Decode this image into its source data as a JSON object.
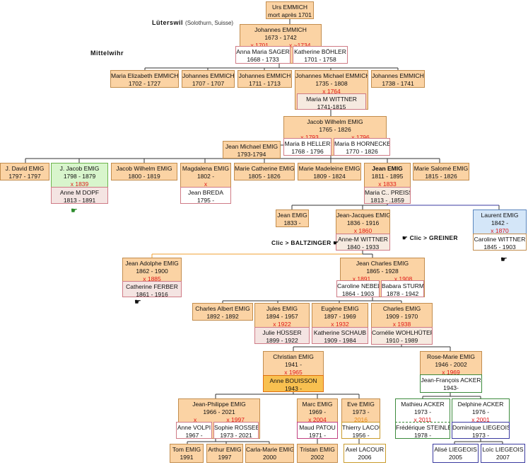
{
  "locations": {
    "luterswil": "Lüterswil",
    "luterswil_note": "(Solothurn, Suisse)",
    "mittelwihr": "Mittelwihr"
  },
  "persons": {
    "urs": {
      "name": "Urs EMMICH",
      "dates": "mort après 1701"
    },
    "johannes1": {
      "name": "Johannes EMMICH",
      "dates": "1673 - 1742"
    },
    "m_1701": "x 1701",
    "m_1734": "x ~1734",
    "sager": {
      "name": "Anna Maria SAGER",
      "dates": "1668 - 1733"
    },
    "bohler": {
      "name": "Katherine  BÖHLER",
      "dates": "1701 - 1758"
    },
    "maria_eliz": {
      "name": "Maria Elizabeth EMMICH",
      "dates": "1702 - 1727"
    },
    "johannes2": {
      "name": "Johannes  EMMICH",
      "dates": "1707 - 1707"
    },
    "johannes3": {
      "name": "Johannes EMMICH",
      "dates": "1711 - 1713"
    },
    "johannes_michael": {
      "name": "Johannes Michael  EMMICH",
      "dates": "1735 - 1808"
    },
    "m_1764": "x 1764",
    "wittner1": {
      "name": "Maria M WITTNER",
      "dates": "1741-1815"
    },
    "johannes4": {
      "name": "Johannes  EMMICH",
      "dates": "1738 - 1741"
    },
    "jacob_wilhelm": {
      "name": "Jacob Wilhelm EMIG",
      "dates": "1765 - 1826"
    },
    "m_1793": "x 1793",
    "m_1796": "x 1796",
    "heller": {
      "name": "Maria B HELLER",
      "dates": "1768 - 1796"
    },
    "hornecker": {
      "name": "Maria B HORNECKER",
      "dates": "1770 - 1826"
    },
    "jean_michael": {
      "name": "Jean Michael EMIG",
      "dates": "1793-1794"
    },
    "j_david": {
      "name": "J. David  EMIG",
      "dates": "1797 - 1797"
    },
    "j_jacob": {
      "name": "J. Jacob EMIG",
      "dates": "1798 - 1879"
    },
    "m_1839": "x 1839",
    "dopf": {
      "name": "Anne M DOPF",
      "dates": "1813 - 1891"
    },
    "jacob_wilhelm2": {
      "name": "Jacob Wilhelm EMIG",
      "dates": "1800 - 1819"
    },
    "magdalena": {
      "name": "Magdalena  EMIG",
      "dates": "1802 -"
    },
    "m_x": "x",
    "breda": {
      "name": "Jean BREDA",
      "dates": "1795 -"
    },
    "marie_catherine": {
      "name": "Marie Catherine EMIG",
      "dates": "1805 - 1826"
    },
    "marie_madeleine": {
      "name": "Marie Madeleine EMIG",
      "dates": "1809 - 1824"
    },
    "jean_emig": {
      "name": "Jean EMIG",
      "dates": "1811 - 1895"
    },
    "m_1833": "x 1833",
    "preiss": {
      "name": "Maria C.. PREISS",
      "dates": "1813 - .1859"
    },
    "marie_salome": {
      "name": "Marie Salomé EMIG",
      "dates": "1815 - 1826"
    },
    "jean_emig2": {
      "name": "Jean EMIG",
      "dates": "1833 -"
    },
    "jean_jacques": {
      "name": "Jean-Jacques EMIG",
      "dates": "1836 - 1916"
    },
    "m_1860": "x 1860",
    "wittner2": {
      "name": "Anne-M WITTNER",
      "dates": "1840 - 1933"
    },
    "laurent": {
      "name": "Laurent EMIG",
      "dates": "1842 -"
    },
    "m_1870": "x 1870",
    "wittner3": {
      "name": "Caroline WITTNER",
      "dates": "1845 - 1903"
    },
    "jean_adolphe": {
      "name": "Jean Adolphe EMIG",
      "dates": "1862 - 1900"
    },
    "m_1885": "x 1885",
    "ferber": {
      "name": "Catherine FERBER",
      "dates": "1861 - 1916"
    },
    "jean_charles": {
      "name": "Jean Charles EMIG",
      "dates": "1865 - 1928"
    },
    "m_1891": "x 1891",
    "m_1908": "x 1908",
    "nebel": {
      "name": "Caroline NEBEL",
      "dates": "1864 - 1903"
    },
    "sturm": {
      "name": "Babara STURM",
      "dates": "1878 - 1942"
    },
    "charles_albert": {
      "name": "Charles  Albert EMIG",
      "dates": "1892 - 1892"
    },
    "jules": {
      "name": "Jules EMIG",
      "dates": "1894 - 1957"
    },
    "m_1922": "x 1922",
    "husser": {
      "name": "Julie HÜSSER",
      "dates": "1899 - 1922"
    },
    "eugene": {
      "name": "Eugène EMIG",
      "dates": "1897 - 1969"
    },
    "m_1932": "x 1932",
    "schaub": {
      "name": "Katherine SCHAUB",
      "dates": "1909 - 1984"
    },
    "charles": {
      "name": "Charles EMIG",
      "dates": "1909 - 1970"
    },
    "m_1938": "x 1938",
    "wohlhuter": {
      "name": "Cornélie WOHLHÜTER",
      "dates": "1910 - 1989"
    },
    "christian": {
      "name": "Christian EMIG",
      "dates": "1941 -"
    },
    "m_1965": "x 1965",
    "bouisson": {
      "name": "Anne BOUISSON",
      "dates": "1943 -"
    },
    "rose_marie": {
      "name": "Rose-Marie EMIG",
      "dates": "1946 - 2002"
    },
    "m_1969": "x 1969",
    "acker1": {
      "name": "Jean-François ACKER",
      "dates": "1943-"
    },
    "jean_philippe": {
      "name": "Jean-Philippe  EMIG",
      "dates": "1966 - 2021"
    },
    "m_x2": "x",
    "m_1997": "x 1997",
    "volpi": {
      "name": "Anne VOLPI",
      "dates": "1967 -"
    },
    "rosseel": {
      "name": "Sophie ROSSEEL",
      "dates": "1973 - 2021"
    },
    "marc": {
      "name": "Marc  EMIG",
      "dates": "1969 -"
    },
    "m_2004": "x 2004",
    "patou": {
      "name": "Maud PATOU",
      "dates": "1971 -"
    },
    "eve": {
      "name": "Eve  EMIG",
      "dates": "1973 -"
    },
    "m_2016": "2016",
    "lacour1": {
      "name": "Thierry LACOUR",
      "dates": "1956 -"
    },
    "mathieu": {
      "name": "Mathieu ACKER",
      "dates": "1973 -"
    },
    "m_2011": "x 2011",
    "steinle": {
      "name": "Frédérique STEINLÉ",
      "dates": "1978 -"
    },
    "delphine": {
      "name": "Delphine ACKER",
      "dates": "1976 -"
    },
    "m_2001": "x 2001",
    "liegeois1": {
      "name": "Dominique LIEGEOIS",
      "dates": "1973 -"
    },
    "tom": {
      "name": "Tom  EMIG",
      "dates": "1991"
    },
    "arthur": {
      "name": "Arthur  EMIG",
      "dates": "1997"
    },
    "carla": {
      "name": "Carla-Marie  EMIG",
      "dates": "2000"
    },
    "tristan": {
      "name": "Tristan  EMIG",
      "dates": "2002"
    },
    "axel": {
      "name": "Axel  LACOUR",
      "dates": "2006"
    },
    "alise": {
      "name": "Alisé  LIEGEOIS",
      "dates": "2005"
    },
    "loic": {
      "name": "Loïc  LIEGEOIS",
      "dates": "2007"
    }
  },
  "links": {
    "baltzinger": "Clic > BALTZINGER",
    "greiner": "Clic > GREINER"
  },
  "icons": {
    "hand_icon": "pointing-hand-icon"
  },
  "colors": {
    "male_box": "#fbd3a4",
    "marriage_year": "#e01818",
    "highlight": "#f8c050"
  }
}
